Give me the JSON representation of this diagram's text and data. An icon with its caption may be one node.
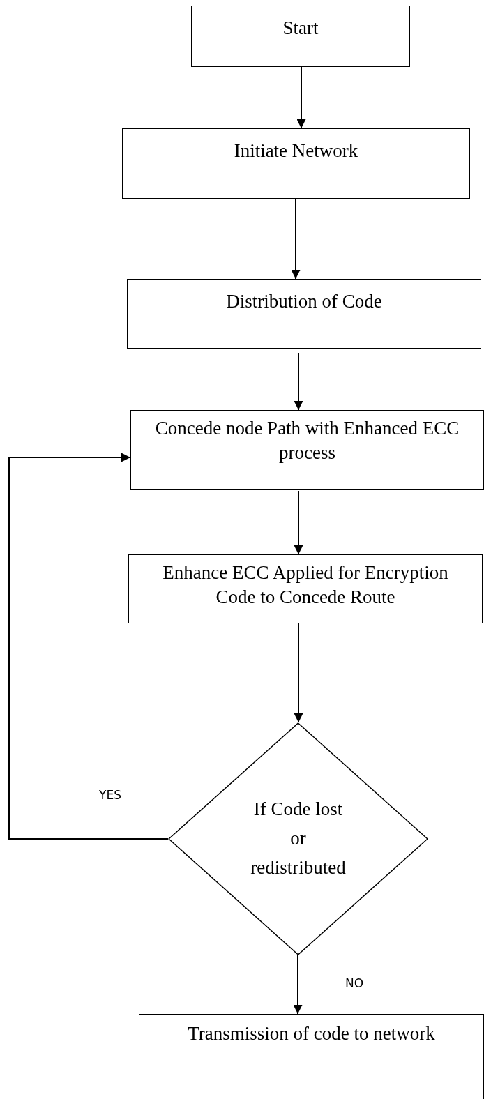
{
  "diagram": {
    "nodes": [
      {
        "text": [
          "Start"
        ]
      },
      {
        "text": [
          "Initiate Network"
        ]
      },
      {
        "text": [
          "Distribution of Code"
        ]
      },
      {
        "text": [
          "Concede node Path with Enhanced ECC process"
        ]
      },
      {
        "text": [
          "Enhance ECC Applied for Encryption Code to Concede Route"
        ]
      },
      {
        "text": [
          "If Code lost or redistributed"
        ]
      },
      {
        "text": [
          "Transmission of code to network"
        ]
      }
    ],
    "edges": [
      {
        "from": 0,
        "to": 1,
        "arrow": "to"
      },
      {
        "from": 1,
        "to": 2,
        "arrow": "to"
      },
      {
        "from": 2,
        "to": 3,
        "arrow": "to"
      },
      {
        "from": 3,
        "to": 4,
        "arrow": "to"
      },
      {
        "from": 4,
        "to": 5,
        "arrow": "to"
      },
      {
        "from": 5,
        "to": 3,
        "arrow": "to",
        "label": "YES"
      },
      {
        "from": 5,
        "to": 6,
        "arrow": "to",
        "label": "NO"
      }
    ]
  }
}
